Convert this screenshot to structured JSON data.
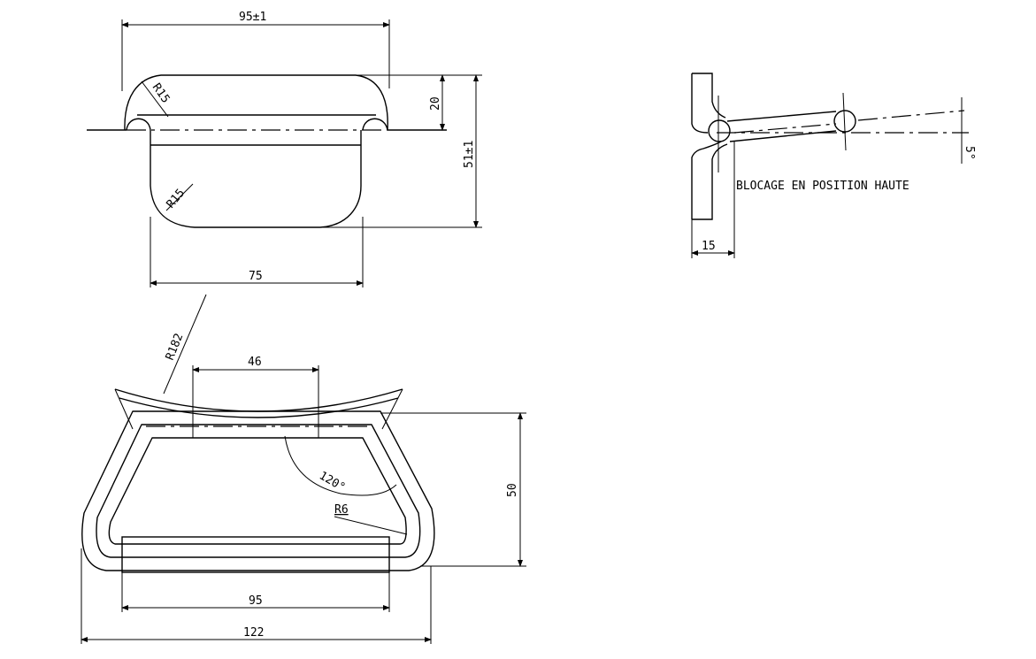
{
  "top_view": {
    "width_overall": "95±1",
    "height_top": "20",
    "height_total": "51±1",
    "radius_upper": "R15",
    "radius_lower": "R15",
    "width_inner": "75"
  },
  "bottom_view": {
    "seat_radius": "R182",
    "seat_width": "46",
    "angle": "120°",
    "bend_radius": "R6",
    "depth": "50",
    "bar_width": "95",
    "overall_width": "122"
  },
  "side_view": {
    "note": "BLOCAGE EN POSITION HAUTE",
    "offset": "15",
    "tilt": "5°"
  }
}
